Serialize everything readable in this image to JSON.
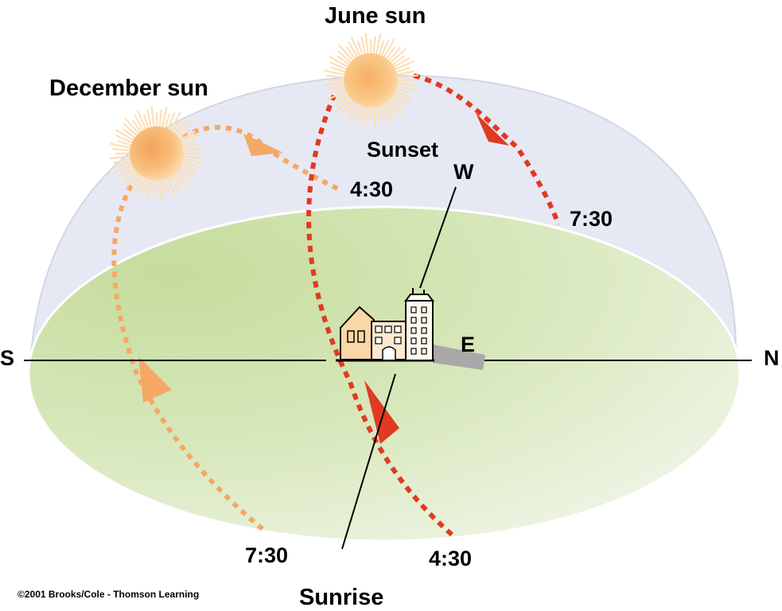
{
  "labels": {
    "june_sun": "June sun",
    "december_sun": "December sun",
    "sunset": "Sunset",
    "sunrise": "Sunrise",
    "december_sunset_time": "4:30",
    "june_sunset_time": "7:30",
    "december_sunrise_time": "7:30",
    "june_sunrise_time": "4:30",
    "west": "W",
    "east": "E",
    "south": "S",
    "north": "N",
    "copyright": "©2001 Brooks/Cole - Thomson Learning"
  },
  "colors": {
    "sky_dome": "#e6e9f3",
    "ground_light": "#eef4e4",
    "ground_dark": "#c8de9f",
    "june_path": "#e03a22",
    "december_path": "#f5a865",
    "sun_core": "#f6b063",
    "sun_rays": "#fbe0b8",
    "building_fill": "#fbd6a6",
    "shadow": "#a8a8a8"
  }
}
